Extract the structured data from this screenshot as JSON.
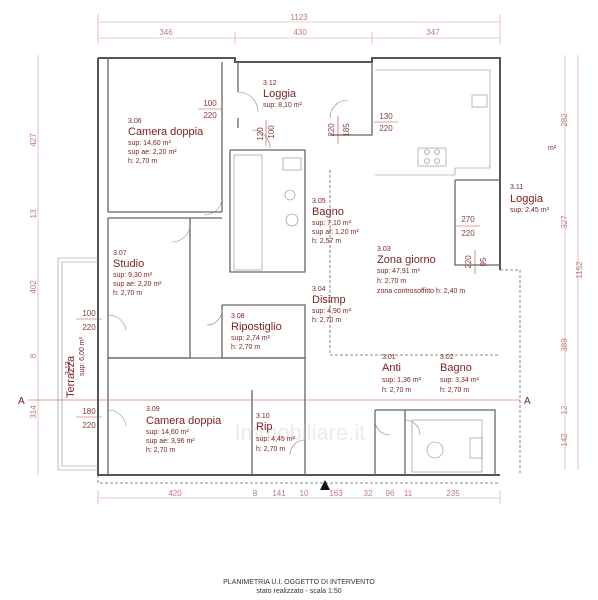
{
  "dimensions": {
    "top_total": "1123",
    "top_segments": [
      "346",
      "430",
      "347"
    ],
    "bottom_segments": [
      "420",
      "8",
      "141",
      "10",
      "163",
      "32",
      "96",
      "11",
      "235"
    ],
    "left_segments": [
      "427",
      "13",
      "402",
      "8",
      "314"
    ],
    "right_segments": [
      "282",
      "327",
      "389",
      "12",
      "142"
    ],
    "right_total": "1152"
  },
  "rooms": [
    {
      "code": "3.06",
      "name": "Camera doppia",
      "lines": [
        "sup: 14,60 m²",
        "sup ae: 2,20 m²",
        "h: 2,70 m"
      ]
    },
    {
      "code": "3.12",
      "name": "Loggia",
      "lines": [
        "sup: 8,10 m²"
      ]
    },
    {
      "code": "3.05",
      "name": "Bagno",
      "lines": [
        "sup: 7,10 m²",
        "sup af: 1,20 m²",
        "h: 2,57 m"
      ]
    },
    {
      "code": "3.07",
      "name": "Studio",
      "lines": [
        "sup: 9,30 m²",
        "sup ae: 2,20 m²",
        "h: 2,70 m"
      ]
    },
    {
      "code": "3.03",
      "name": "Zona giorno",
      "lines": [
        "sup: 47,91 m²",
        "h: 2,70 m",
        "zona controsoffitto h: 2,40 m"
      ]
    },
    {
      "code": "3.11",
      "name": "Loggia",
      "lines": [
        "sup: 2,45 m²"
      ]
    },
    {
      "code": "3.04",
      "name": "Disimp",
      "lines": [
        "sup: 4,90 m²",
        "h: 2,70 m"
      ]
    },
    {
      "code": "3.08",
      "name": "Ripostiglio",
      "lines": [
        "sup: 2,74 m²",
        "h: 2,70 m"
      ]
    },
    {
      "code": "3.13",
      "name": "Terrazza",
      "lines": [
        "sup: 6,00 m²"
      ]
    },
    {
      "code": "3.01",
      "name": "Anti",
      "lines": [
        "sup: 1,36 m²",
        "h: 2,70 m"
      ]
    },
    {
      "code": "3.02",
      "name": "Bagno",
      "lines": [
        "sup: 3,34 m²",
        "h: 2,70 m"
      ]
    },
    {
      "code": "3.09",
      "name": "Camera doppia",
      "lines": [
        "sup: 14,60 m²",
        "sup ae: 3,96 m²",
        "h: 2,70 m"
      ]
    },
    {
      "code": "3.10",
      "name": "Rip",
      "lines": [
        "sup: 4,45 m²",
        "h: 2,70 m"
      ]
    }
  ],
  "openings": [
    {
      "w": "100",
      "h": "220"
    },
    {
      "w": "120",
      "h": "100"
    },
    {
      "w": "220",
      "h": "185"
    },
    {
      "w": "130",
      "h": "220"
    },
    {
      "w": "270",
      "h": "220"
    },
    {
      "w": "220",
      "h": "95"
    },
    {
      "w": "100",
      "h": "220"
    },
    {
      "w": "180",
      "h": "220"
    }
  ],
  "section_marks": {
    "left": "A",
    "right": "A"
  },
  "misc_m2": "m²",
  "watermark": "Immobiliare.it",
  "footer": {
    "line1": "PLANIMETRIA U.I. OGGETTO DI INTERVENTO",
    "line2": "stato realizzato - scala 1:50"
  }
}
